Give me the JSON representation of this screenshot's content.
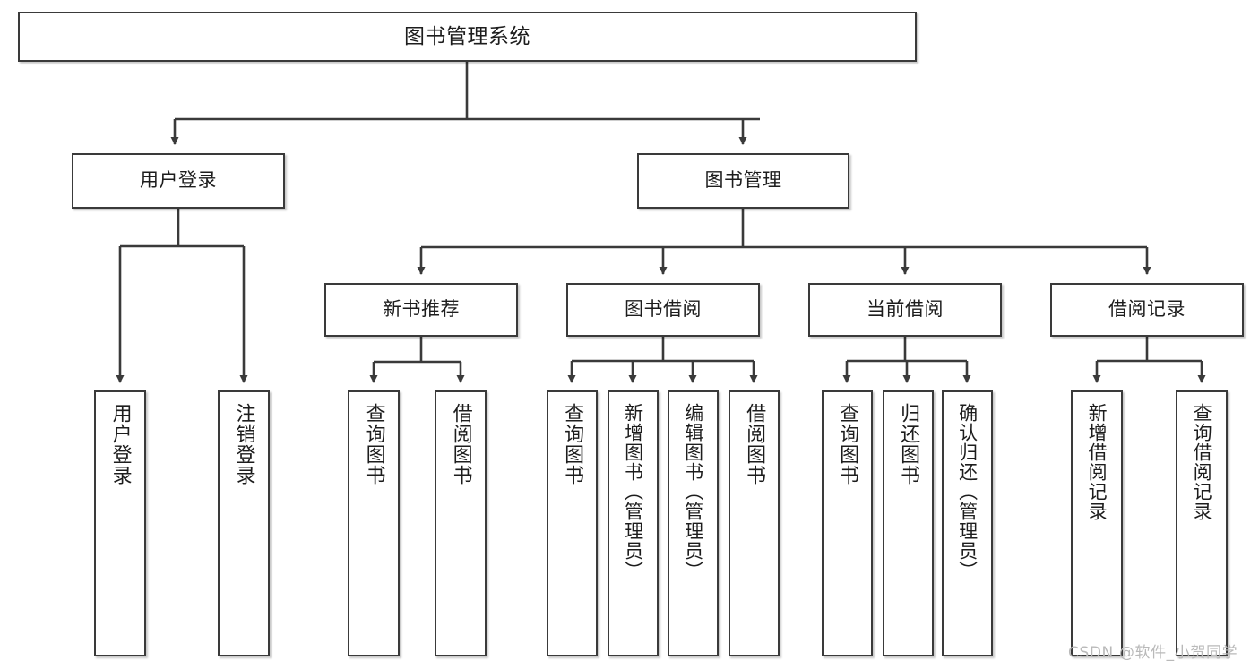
{
  "diagram": {
    "type": "tree-hierarchy",
    "title": "图书管理系统",
    "root": {
      "label": "图书管理系统",
      "name": "root-book-management-system"
    },
    "level2": [
      {
        "label": "用户登录",
        "name": "node-user-login"
      },
      {
        "label": "图书管理",
        "name": "node-book-management"
      }
    ],
    "level3": [
      {
        "label": "新书推荐",
        "name": "node-new-book-recommend"
      },
      {
        "label": "图书借阅",
        "name": "node-book-borrow"
      },
      {
        "label": "当前借阅",
        "name": "node-current-borrow"
      },
      {
        "label": "借阅记录",
        "name": "node-borrow-record"
      }
    ],
    "leaves_user_login": [
      {
        "label": "用户登录",
        "name": "leaf-user-login"
      },
      {
        "label": "注销登录",
        "name": "leaf-logout"
      }
    ],
    "leaves_new_book": [
      {
        "label": "查询图书",
        "name": "leaf-query-book-1"
      },
      {
        "label": "借阅图书",
        "name": "leaf-borrow-book-1"
      }
    ],
    "leaves_book_borrow": [
      {
        "label": "查询图书",
        "name": "leaf-query-book-2"
      },
      {
        "label": "新增图书（管理员）",
        "name": "leaf-add-book-admin"
      },
      {
        "label": "编辑图书（管理员）",
        "name": "leaf-edit-book-admin"
      },
      {
        "label": "借阅图书",
        "name": "leaf-borrow-book-2"
      }
    ],
    "leaves_current_borrow": [
      {
        "label": "查询图书",
        "name": "leaf-query-book-3"
      },
      {
        "label": "归还图书",
        "name": "leaf-return-book"
      },
      {
        "label": "确认归还（管理员）",
        "name": "leaf-confirm-return-admin"
      }
    ],
    "leaves_borrow_record": [
      {
        "label": "新增借阅记录",
        "name": "leaf-add-borrow-record"
      },
      {
        "label": "查询借阅记录",
        "name": "leaf-query-borrow-record"
      }
    ]
  },
  "watermark": {
    "text": "CSDN @软件_小贺同学"
  },
  "colors": {
    "stroke": "#3a3a3a",
    "background": "#ffffff",
    "text": "#1d1d1d",
    "watermark": "#b9b9b9"
  }
}
